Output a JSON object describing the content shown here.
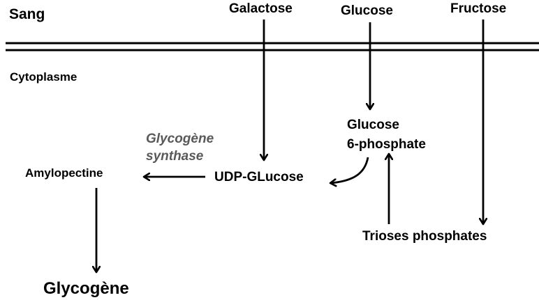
{
  "compartments": {
    "blood": "Sang",
    "cytoplasm": "Cytoplasme"
  },
  "inputs": {
    "galactose": "Galactose",
    "glucose": "Glucose",
    "fructose": "Fructose"
  },
  "metabolites": {
    "glucose_6_phosphate_line1": "Glucose",
    "glucose_6_phosphate_line2": "6-phosphate",
    "udp_glucose": "UDP-GLucose",
    "amylopectine": "Amylopectine",
    "trioses_phosphates": "Trioses phosphates",
    "glycogen": "Glycogène"
  },
  "enzymes": {
    "glycogen_synthase_line1": "Glycogène",
    "glycogen_synthase_line2": "synthase"
  },
  "colors": {
    "text": "#000000",
    "enzyme_text": "#595959",
    "arrows": "#000000",
    "background": "#ffffff"
  }
}
